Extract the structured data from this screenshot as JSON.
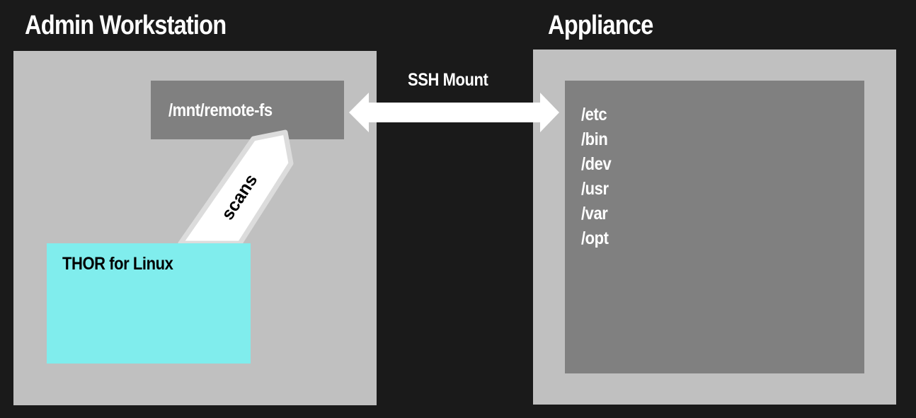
{
  "diagram": {
    "workstation": {
      "title": "Admin Workstation",
      "mount_point": "/mnt/remote-fs",
      "scanner": "THOR for Linux",
      "scan_arrow_label": "scans"
    },
    "connection": {
      "label": "SSH Mount",
      "direction": "bidirectional"
    },
    "appliance": {
      "title": "Appliance",
      "directories": [
        "/etc",
        "/bin",
        "/dev",
        "/usr",
        "/var",
        "/opt"
      ]
    },
    "colors": {
      "background": "#1a1a1a",
      "panel": "#c0c0c0",
      "box": "#808080",
      "scanner_box": "#80eded",
      "arrow": "#ffffff",
      "arrow_outline": "#dcdcdc",
      "text_light": "#ffffff",
      "text_dark": "#000000"
    }
  }
}
